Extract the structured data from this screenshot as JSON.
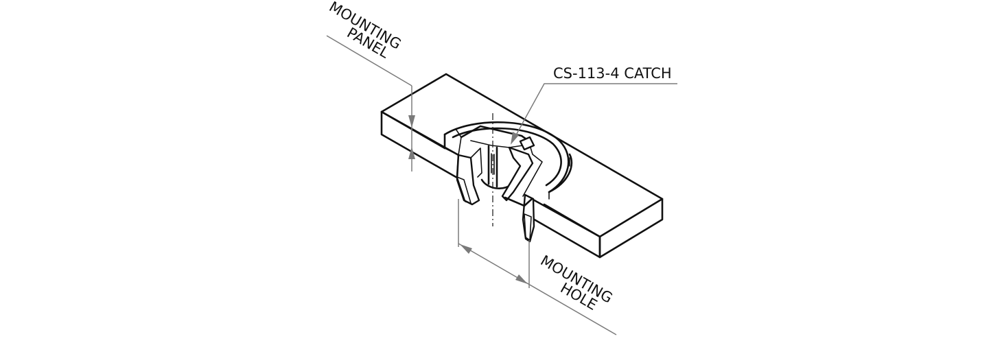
{
  "labels": {
    "mounting_panel_line1": "MOUNTING",
    "mounting_panel_line2": "PANEL",
    "catch_part": "CS-113-4 CATCH",
    "mounting_hole_line1": "MOUNTING",
    "mounting_hole_line2": "HOLE"
  },
  "colors": {
    "line": "#111111",
    "leader": "#7a7a7a",
    "background": "#ffffff"
  }
}
